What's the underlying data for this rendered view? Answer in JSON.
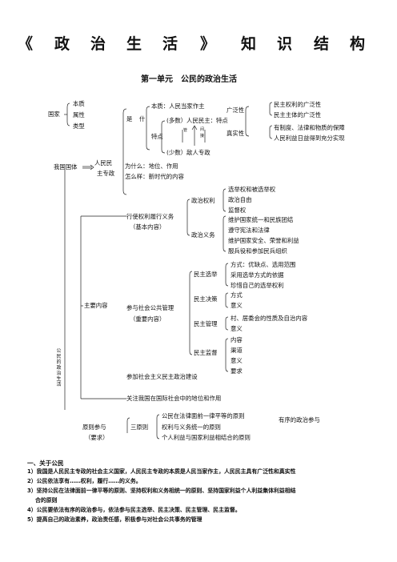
{
  "title": [
    "《",
    "政",
    "治",
    "生",
    "活",
    "》",
    "知",
    "识",
    "结",
    "构"
  ],
  "subtitle": "第一单元　公民的政治生活",
  "tree": {
    "guojia": "国家",
    "benzhi": "本质",
    "shuxing": "属性",
    "leixing": "类型",
    "guotiFrag": "我国国体",
    "renminMinzhu": "人民民",
    "zhuanzheng": "主专政",
    "shi": "是",
    "ren": "什",
    "benzhiDesc": "本质：人民当家作主",
    "tedian": "特点",
    "duoshu": "(多数）人民民主：特点",
    "shaoshu": "(少数）敌人专政",
    "guangfanxing": "广泛性",
    "zhenshixing": "真实性",
    "gf1": "民主权利的广泛性",
    "gf2": "民主主体的广泛性",
    "zs1": "有制度、法律和物质的保障",
    "zs2": "人民利益日益得到充分实现",
    "weishenme": "为什么：地位、作用",
    "zenmeyang": "怎么样：新时代的内容",
    "xingshi": "行使权利履行义务",
    "jibenNeirong": "（基本内容）",
    "zhengzhiQuanli": "政治权利",
    "zhengzhiYiwu": "政治义务",
    "q1": "选举权和被选举权",
    "q2": "政治自由",
    "q3": "监督权",
    "y1": "维护国家统一和民族团结",
    "y2": "遵守宪法和法律",
    "y3": "维护国家安全、荣誉和利益",
    "y4": "服兵役和参加民兵组织",
    "zhuyaoNeirong": "主要内容",
    "canyu": "参与社会公共管理",
    "zhongyaoNeirong": "（重要内容）",
    "mzxj": "民主选举",
    "xj1": "方式：优缺点、选用范围",
    "xj2": "采用选举方式的依据",
    "xj3": "珍惜自己的选举权利",
    "mzjc": "民主决策",
    "jc1": "方式",
    "jc2": "意义",
    "mzgl": "民主管理",
    "gl1": "村、居委会的性质及自治内容",
    "gl2": "意义",
    "mzjd": "民主监督",
    "jd1": "内容",
    "jd2": "渠道",
    "jd3": "意义",
    "jd4": "要求",
    "canjiaShehui": "参加社会主义民主政治建设",
    "guanzhu": "关注我国在国际社会中的地位和作用",
    "yuanze": "原则参与",
    "yaoqiu": "（要求）",
    "sanyuanze": "三原则",
    "r1": "公民在法律面前一律平等的原则",
    "r2": "权利与义务统一的原则",
    "r3": "个人利益与国家利益相结合的原则",
    "youxu": "有序的政治参与",
    "vertical": "公民的政治生活",
    "guanli": "管",
    "zhijie": "间",
    "jieshi": "接"
  },
  "footer": {
    "heading": "一、关于公民",
    "items": [
      "1）我国是人民民主专政的社会主义国家，人民民主专政的本质是人民当家作主，人民民主具有广泛性和真实性",
      "2）公民依法享有……权利，履行……的义务。",
      "3）坚持公民在法律面前一律平等的原则、坚持权利和义务相统一的原则、坚持国家利益个人利益集体利益相结",
      "合的原则",
      "4）公民要依法有序的政治参与，依法参与民主选举、民主决策、民主管理、民主监督。",
      "5）提高自己的政治素养，政治责任感，积极参与对社会公共事务的管理"
    ]
  }
}
